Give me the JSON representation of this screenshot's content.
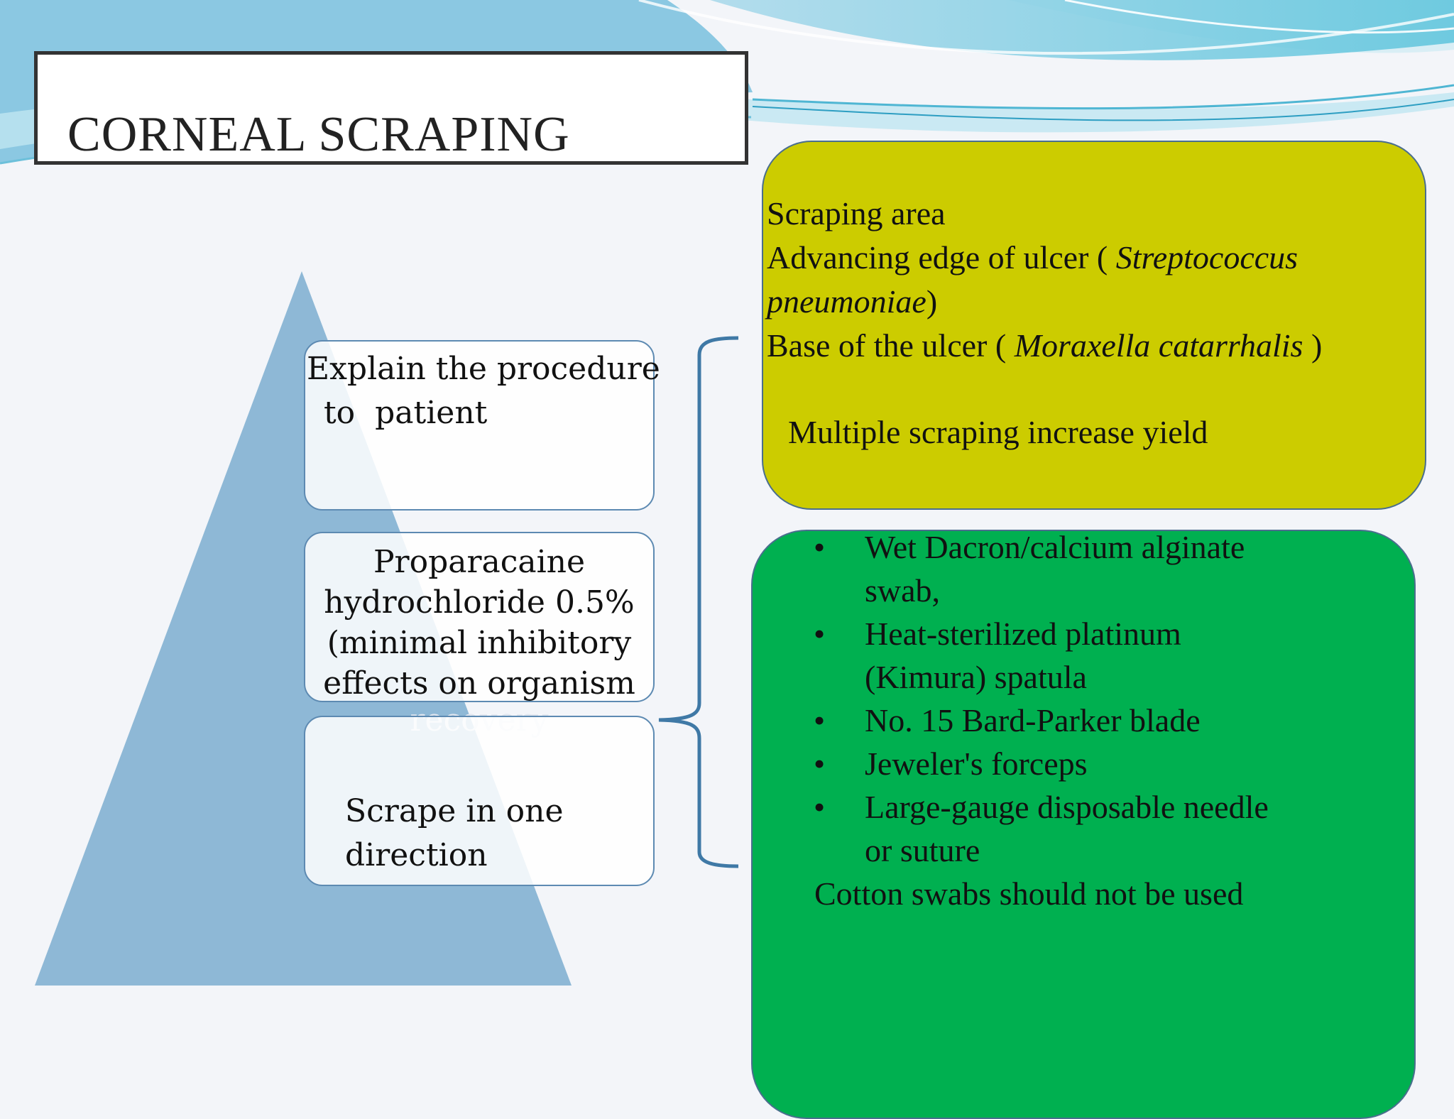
{
  "slide": {
    "title": "CORNEAL SCRAPING",
    "steps": {
      "step1": {
        "line1": "Explain the procedure",
        "line2": " to  patient"
      },
      "step2": {
        "lines": [
          "Proparacaine",
          "hydrochloride 0.5%",
          "(minimal inhibitory",
          "effects  on organism"
        ],
        "overflow": "recovery"
      },
      "step3": {
        "lines": [
          "Scrape in one",
          "direction"
        ]
      }
    },
    "scraping_area": {
      "heading": "Scraping area",
      "edge_prefix": "Advancing edge of ulcer ( ",
      "edge_organism": "Streptococcus",
      "edge_organism_2": "pneumoniae",
      "edge_suffix": ")",
      "base_prefix": "Base of the ulcer ( ",
      "base_organism": "Moraxella catarrhalis",
      "base_suffix": " )",
      "yield_note": "Multiple scraping increase yield"
    },
    "instruments": {
      "bullet_char": "•",
      "items": [
        [
          "Wet Dacron/calcium alginate",
          "swab,"
        ],
        [
          "Heat-sterilized platinum",
          "(Kimura) spatula"
        ],
        [
          "No. 15 Bard-Parker blade"
        ],
        [
          "Jeweler's forceps"
        ],
        [
          "Large-gauge disposable needle",
          "or suture"
        ]
      ],
      "footer": "Cotton swabs should not be used"
    },
    "colors": {
      "pyramid": "#8eb8d6",
      "yellow_box": "#cccc00",
      "green_box": "#00b050",
      "bracket": "#3f79a6"
    }
  }
}
